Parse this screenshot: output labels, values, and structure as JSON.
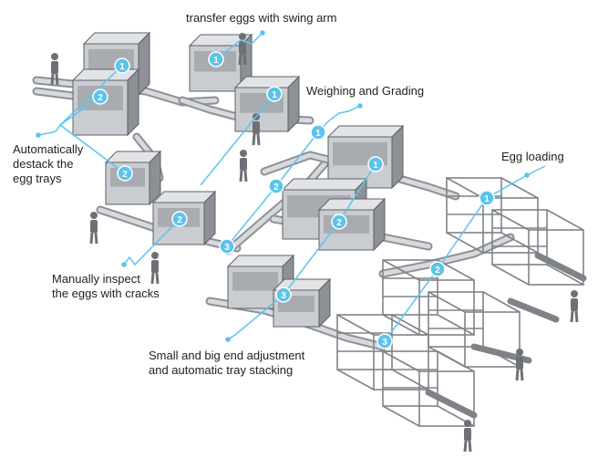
{
  "colors": {
    "accent": "#5cc4ec",
    "machine_fill": "#c9ccd0",
    "machine_dark": "#8d9196",
    "machine_stroke": "#5d6166",
    "frame": "#7f8388",
    "worker": "#6d7176",
    "label_text": "#222222"
  },
  "labels": {
    "swing_arm": "transfer eggs with swing arm",
    "weighing": "Weighing and Grading",
    "destack": [
      "Automatically",
      "destack the",
      "egg trays"
    ],
    "egg_loading": "Egg loading",
    "inspect": [
      "Manually inspect",
      "the eggs with cracks"
    ],
    "stacking": [
      "Small and big end adjustment",
      "and automatic tray stacking"
    ]
  },
  "markers": {
    "destack": [
      "1",
      "2",
      "2"
    ],
    "swing_arm": [
      "1"
    ],
    "inspect": [
      "1",
      "2",
      "3"
    ],
    "weighing": [
      "1",
      "2",
      "3"
    ],
    "egg_loading": [
      "1",
      "2",
      "3"
    ]
  }
}
